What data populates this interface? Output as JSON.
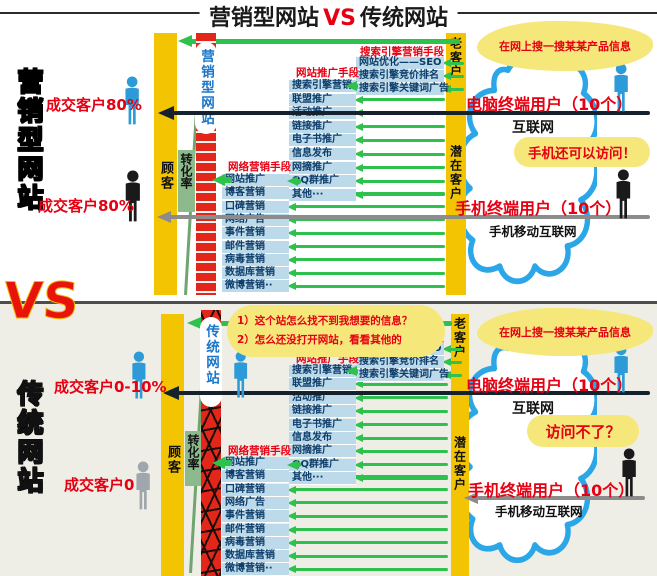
{
  "title": {
    "left": "营销型网站",
    "vs": "VS",
    "right": "传统网站"
  },
  "vs_big": "VS",
  "palette": {
    "red_accent": "#e60012",
    "green_arrow": "#2fc14d",
    "dark_arrow": "#16212e",
    "gray_arrow": "#8c8c8c",
    "yellow_bar": "#f2c402",
    "list_blue": "#bcdae9",
    "cloud_blue": "#2ba7e8",
    "bubble_yellow": "#f6e77b",
    "person_blue": "#2e9bd9",
    "person_black": "#1a1a1a",
    "person_gray": "#9fa6ac"
  },
  "lists": {
    "sem": {
      "header": "搜索引擎营销手段",
      "items": [
        "网站优化——SEO",
        "搜索引擎竞价排名",
        "搜索引擎关键词广告"
      ]
    },
    "promo": {
      "header": "网站推广手段",
      "items": [
        "搜索引擎营销",
        "联盟推广",
        "活动推广",
        "链接推广",
        "电子书推广",
        "信息发布",
        "网摘推广",
        "QQ群推广",
        "其他···"
      ]
    },
    "marketing": {
      "header": "网络营销手段",
      "items": [
        "网站推广",
        "博客营销",
        "口碑营销",
        "网络广告",
        "事件营销",
        "邮件营销",
        "病毒营销",
        "数据库营销",
        "微博营销··"
      ]
    }
  },
  "sections": {
    "top": {
      "side_label": "营销型网站",
      "deal1": "成交客户80%",
      "deal2": "成交客户80%",
      "customer_bar": "顾客",
      "conversion": "转化率",
      "banner": "营销型网站",
      "old_customer": "老客户",
      "potential_customer": "潜在客户",
      "cloud_text": "在网上搜一搜某某产品信息",
      "pc_user": "电脑终端用户（10个）",
      "internet": "互联网",
      "mobile_bubble": "手机还可以访问！",
      "mobile_user": "手机终端用户（10个）",
      "mobile_net": "手机移动互联网"
    },
    "bottom": {
      "side_label": "传统网站",
      "deal1": "成交客户0-10%",
      "deal2": "成交客户0",
      "customer_bar": "顾客",
      "conversion": "转化率",
      "banner": "传统网站",
      "old_customer": "老客户",
      "potential_customer": "潜在客户",
      "cloud_text": "在网上搜一搜某某产品信息",
      "pc_user": "电脑终端用户（10个）",
      "internet": "互联网",
      "complaint1": "1）这个站怎么找不到我想要的信息？",
      "complaint2": "2）怎么还没打开网站，看看其他的",
      "mobile_bubble": "访问不了？",
      "mobile_user": "手机终端用户（10个）",
      "mobile_net": "手机移动互联网"
    }
  }
}
